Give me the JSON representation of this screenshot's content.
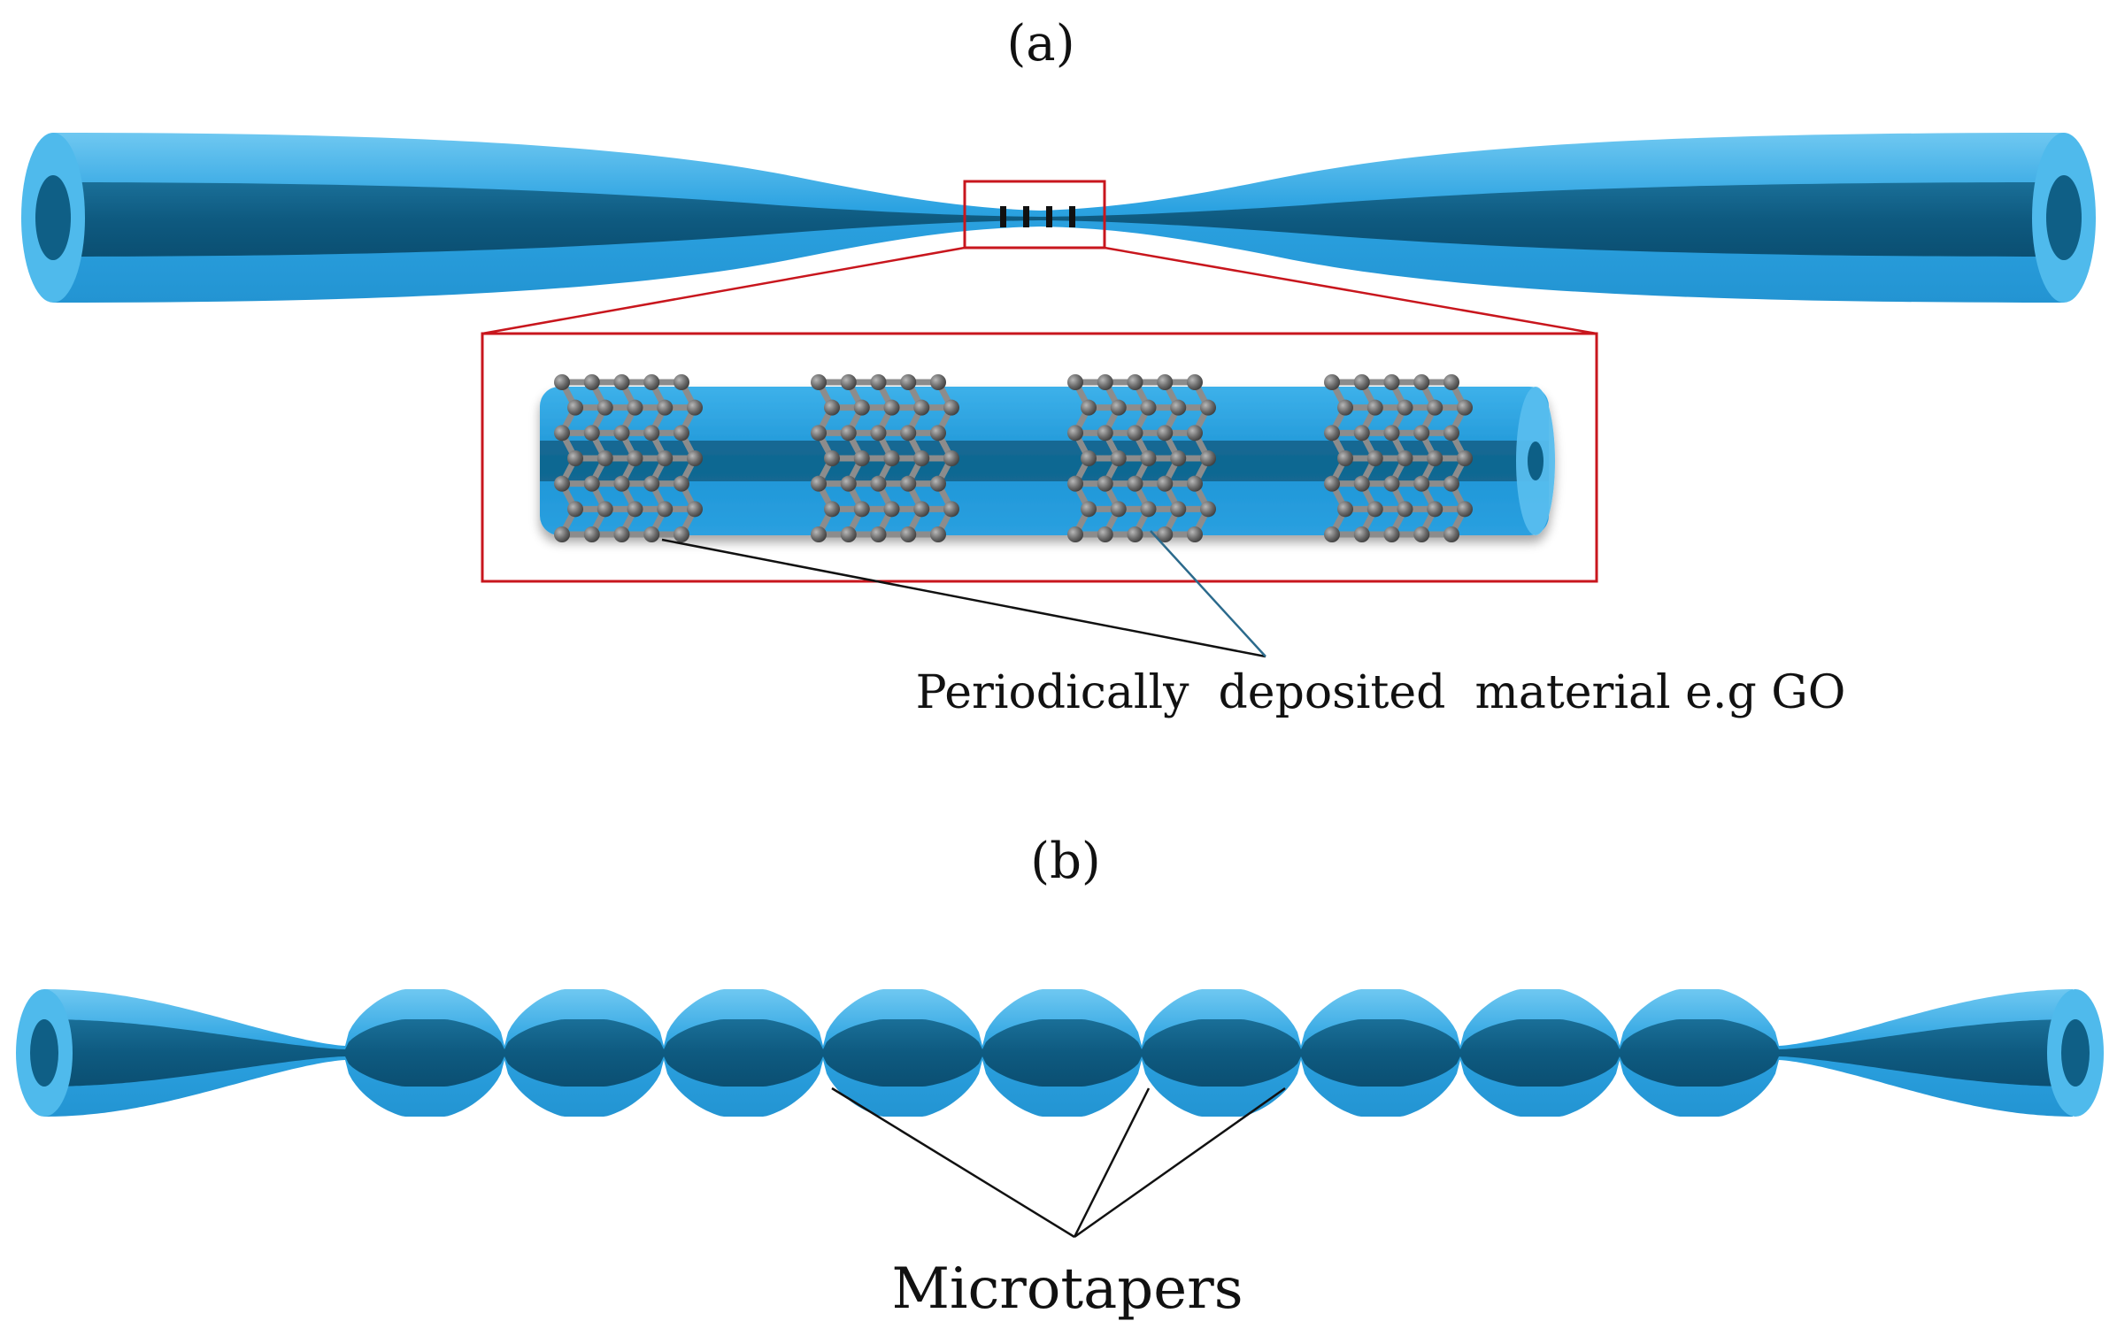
{
  "panel_a": {
    "label": "(a)",
    "annotation": "Periodically  deposited  material e.g GO",
    "deposit_count": 4,
    "marker_count": 4
  },
  "panel_b": {
    "label": "(b)",
    "annotation": "Microtapers",
    "bulge_count": 9
  },
  "colors": {
    "cladding": "#2aa0e0",
    "cladding_light": "#5cc0ef",
    "core": "#0f5f86",
    "core_dark": "#0b4e70",
    "highlight_box": "#c8161d",
    "carbon_atom": "#6e6e6e",
    "carbon_bond": "#8c8c8c",
    "leader_line": "#111111",
    "leader_line_alt": "#2b6a8c"
  }
}
